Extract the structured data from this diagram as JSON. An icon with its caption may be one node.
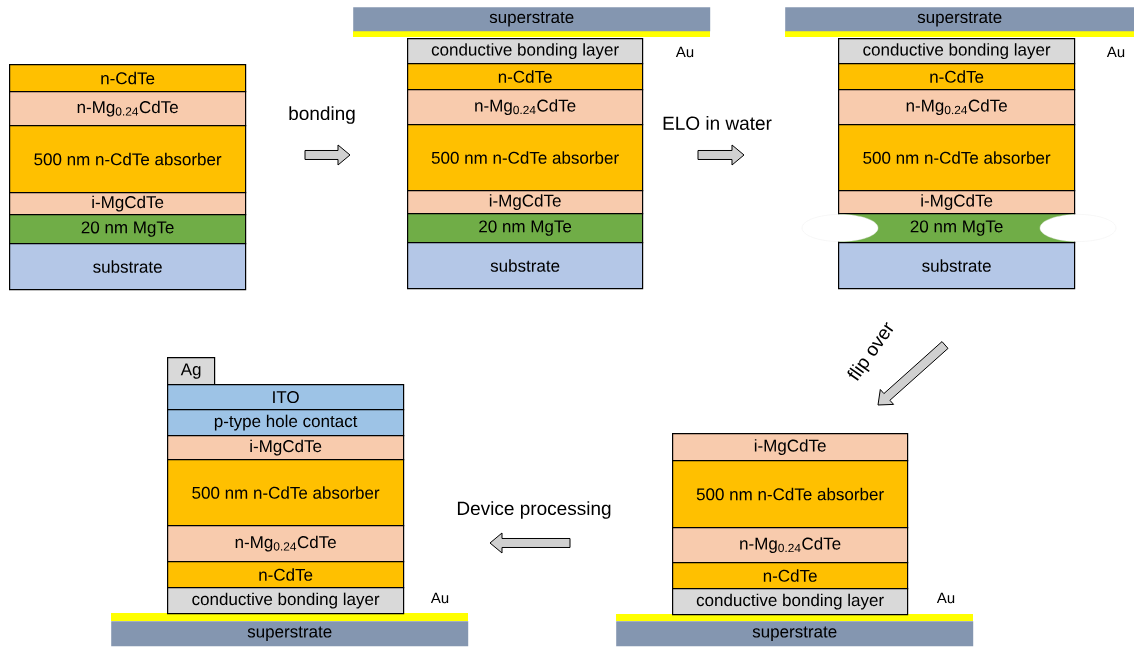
{
  "diagram": {
    "nodes": [
      {
        "text": [
          "n-CdTe"
        ]
      },
      {
        "text": [
          "n-Mg$_{0.24}$CdTe"
        ]
      },
      {
        "text": [
          "500 nm n-CdTe absorber"
        ]
      },
      {
        "text": [
          "i-MgCdTe"
        ]
      },
      {
        "text": [
          "20 nm MgTe"
        ]
      },
      {
        "text": [
          "substrate"
        ]
      },
      {
        "text": [
          "superstrate"
        ]
      },
      {
        "text": [
          "conductive bonding layer"
        ]
      },
      {
        "text": [
          "n-CdTe"
        ]
      },
      {
        "text": [
          "n-Mg$_{0.24}$CdTe"
        ]
      },
      {
        "text": [
          "500 nm n-CdTe absorber"
        ]
      },
      {
        "text": [
          "i-MgCdTe"
        ]
      },
      {
        "text": [
          "20 nm MgTe"
        ]
      },
      {
        "text": [
          "substrate"
        ]
      },
      {
        "text": [
          "superstrate"
        ]
      },
      {
        "text": [
          "conductive bonding layer"
        ]
      },
      {
        "text": [
          "n-CdTe"
        ]
      },
      {
        "text": [
          "n-Mg$_{0.24}$CdTe"
        ]
      },
      {
        "text": [
          "500 nm n-CdTe absorber"
        ]
      },
      {
        "text": [
          "i-MgCdTe"
        ]
      },
      {
        "text": [
          "20 nm MgTe"
        ]
      },
      {
        "text": [
          "substrate"
        ]
      },
      {
        "text": [
          "Ag"
        ]
      },
      {
        "text": [
          "ITO"
        ]
      },
      {
        "text": [
          "p-type hole contact"
        ]
      },
      {
        "text": [
          "i-MgCdTe"
        ]
      },
      {
        "text": [
          "500 nm n-CdTe absorber"
        ]
      },
      {
        "text": [
          "n-Mg$_{0.24}$CdTe"
        ]
      },
      {
        "text": [
          "n-CdTe"
        ]
      },
      {
        "text": [
          "conductive bonding layer"
        ]
      },
      {
        "text": [
          "superstrate"
        ]
      },
      {
        "text": [
          "i-MgCdTe"
        ]
      },
      {
        "text": [
          "500 nm n-CdTe absorber"
        ]
      },
      {
        "text": [
          "n-Mg$_{0.24}$CdTe"
        ]
      },
      {
        "text": [
          "n-CdTe"
        ]
      },
      {
        "text": [
          "conductive bonding layer"
        ]
      },
      {
        "text": [
          "superstrate"
        ]
      }
    ],
    "labels": [
      "Au",
      "Au",
      "bonding",
      "ELO in water",
      "flip over",
      "Device processing",
      "Au",
      "Au"
    ]
  }
}
